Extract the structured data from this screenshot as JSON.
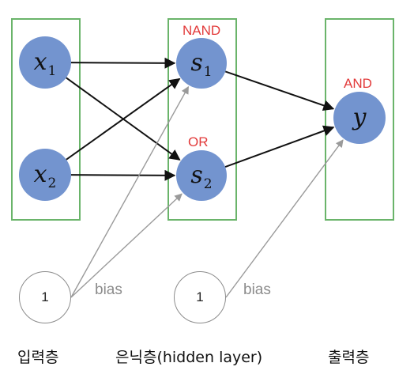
{
  "nodes": {
    "x1": {
      "symbol": "x",
      "sub": "1"
    },
    "x2": {
      "symbol": "x",
      "sub": "2"
    },
    "s1": {
      "symbol": "s",
      "sub": "1"
    },
    "s2": {
      "symbol": "s",
      "sub": "2"
    },
    "y": {
      "symbol": "y",
      "sub": ""
    },
    "bias1": {
      "value": "1"
    },
    "bias2": {
      "value": "1"
    }
  },
  "gates": {
    "s1": "NAND",
    "s2": "OR",
    "y": "AND"
  },
  "bias_labels": {
    "first": "bias",
    "second": "bias"
  },
  "layers": {
    "input": "입력층",
    "hidden": "은닉층(hidden layer)",
    "output": "출력층"
  },
  "edges": [
    {
      "from": "x1",
      "to": "s1",
      "kind": "weight"
    },
    {
      "from": "x1",
      "to": "s2",
      "kind": "weight"
    },
    {
      "from": "x2",
      "to": "s1",
      "kind": "weight"
    },
    {
      "from": "x2",
      "to": "s2",
      "kind": "weight"
    },
    {
      "from": "s1",
      "to": "y",
      "kind": "weight"
    },
    {
      "from": "s2",
      "to": "y",
      "kind": "weight"
    },
    {
      "from": "bias1",
      "to": "s1",
      "kind": "bias"
    },
    {
      "from": "bias1",
      "to": "s2",
      "kind": "bias"
    },
    {
      "from": "bias2",
      "to": "y",
      "kind": "bias"
    }
  ],
  "colors": {
    "neuron": "#7394cf",
    "layer_border": "#6ab46a",
    "gate_label": "#e23a3a",
    "weight_edge": "#111111",
    "bias_edge": "#9a9a9a"
  }
}
